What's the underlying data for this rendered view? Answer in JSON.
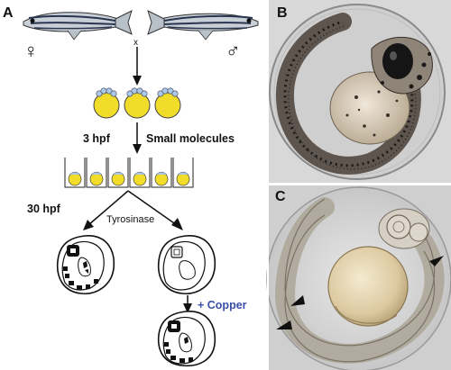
{
  "panels": {
    "a": {
      "letter": "A"
    },
    "b": {
      "letter": "B"
    },
    "c": {
      "letter": "C"
    }
  },
  "cross": {
    "female_symbol": "♀",
    "male_symbol": "♂",
    "cross_mark": "x"
  },
  "steps": {
    "time_1": "3 hpf",
    "treatment": "Small molecules",
    "time_2": "30 hpf",
    "branch_label": "Tyrosinase",
    "rescue": "+ Copper"
  },
  "colors": {
    "egg_yellow": "#f2dc2a",
    "egg_cells": "#aac8e8",
    "rescue_text": "#3a4fa8",
    "photo_bg_b": "#d8d8d8",
    "photo_bg_c": "#cfcfcf"
  }
}
